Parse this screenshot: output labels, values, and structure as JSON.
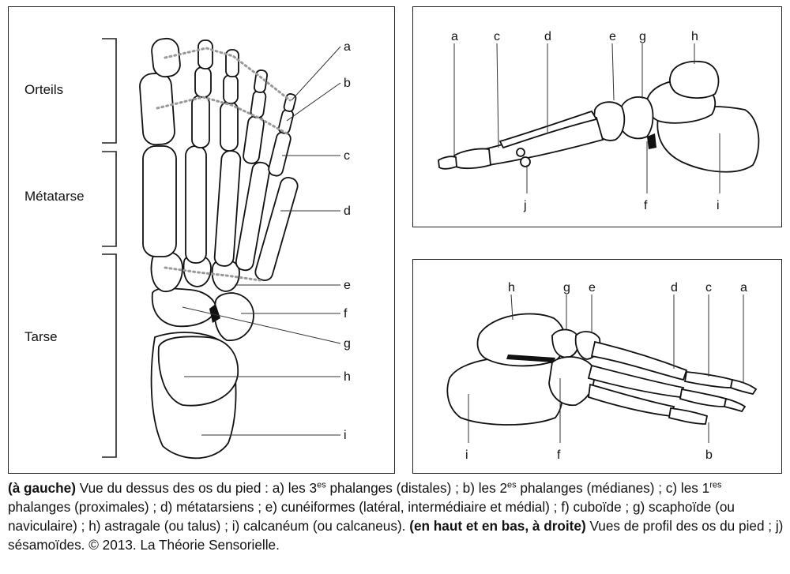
{
  "top_view": {
    "regions": [
      "Orteils",
      "Métatarse",
      "Tarse"
    ],
    "letters": [
      "a",
      "b",
      "c",
      "d",
      "e",
      "f",
      "g",
      "h",
      "i"
    ]
  },
  "profile_top": {
    "letters_top": [
      "a",
      "c",
      "d",
      "e",
      "g",
      "h"
    ],
    "letters_bottom": [
      "j",
      "f",
      "i"
    ]
  },
  "profile_bottom": {
    "letters_top": [
      "h",
      "g",
      "e",
      "d",
      "c",
      "a"
    ],
    "letters_bottom": [
      "i",
      "f",
      "b"
    ]
  },
  "caption": {
    "p1_bold": "(à gauche)",
    "p1": " Vue du dessus des os du pied : a) les 3",
    "sup1": "es",
    "p2": " phalanges (distales) ; b) les 2",
    "sup2": "es",
    "p3": " phalanges (médianes) ; c) les 1",
    "sup3": "res",
    "p4": " phalanges (proximales) ; d) métatarsiens ; e) cunéiformes (latéral, intermédiaire et médial) ; f) cuboïde ; g) scaphoïde (ou naviculaire) ; h) astragale (ou talus) ; i) calcanéum (ou calcaneus). ",
    "p5_bold": "(en haut et en bas, à droite)",
    "p6": " Vues de profil des os du pied ; j) sésamoïdes. © 2013. La Théorie Sensorielle."
  }
}
